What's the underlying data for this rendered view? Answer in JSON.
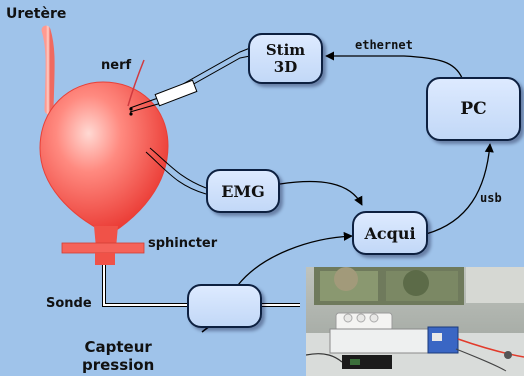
{
  "labels": {
    "ureter": "Uretère",
    "nerve": "nerf",
    "sphincter": "sphincter",
    "probe": "Sonde",
    "pressure_sensor": "Capteur\npression",
    "ethernet": "ethernet",
    "usb": "usb"
  },
  "boxes": {
    "stim": "Stim\n3D",
    "pc": "PC",
    "emg": "EMG",
    "acqui": "Acqui"
  },
  "colors": {
    "background": "#9fc3ea",
    "box_fill": "#c8dcf8",
    "box_border": "#0d2040",
    "bladder": "#f2504a"
  }
}
